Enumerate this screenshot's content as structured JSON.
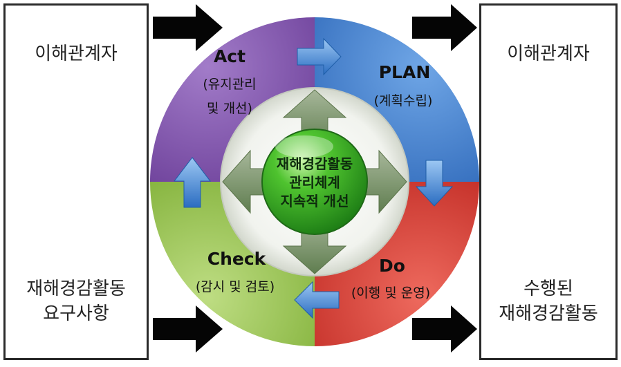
{
  "left_box": {
    "top_label": "이해관계자",
    "bottom_label_lines": [
      "재해경감활동",
      "요구사항"
    ]
  },
  "right_box": {
    "top_label": "이해관계자",
    "bottom_label_lines": [
      "수행된",
      "재해경감활동"
    ]
  },
  "cycle": {
    "act": {
      "title": "Act",
      "sub_lines": [
        "(유지관리",
        "및 개선)"
      ],
      "color": "#7d4fa8"
    },
    "plan": {
      "title": "PLAN",
      "sub_lines": [
        "(계획수립)"
      ],
      "color": "#3f7fd0"
    },
    "do": {
      "title": "Do",
      "sub_lines": [
        "(이행 및 운영)"
      ],
      "color": "#d83a32"
    },
    "check": {
      "title": "Check",
      "sub_lines": [
        "(감시 및 검토)"
      ],
      "color": "#93c24b"
    }
  },
  "center": {
    "lines": [
      "재해경감활동",
      "관리체계",
      "지속적 개선"
    ],
    "color": "#3dae2b"
  }
}
